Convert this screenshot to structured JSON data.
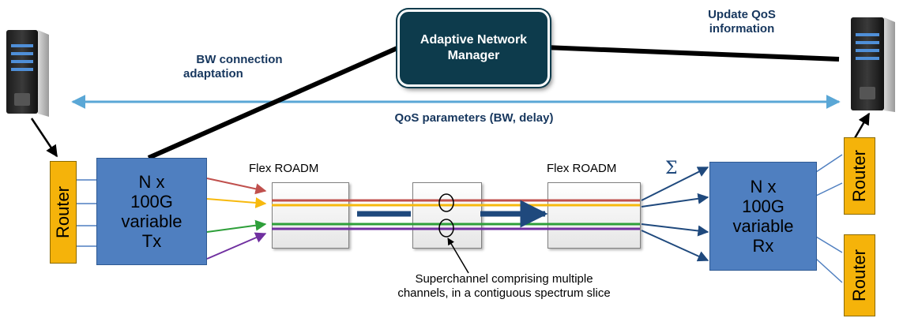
{
  "manager": {
    "line1": "Adaptive Network",
    "line2": "Manager"
  },
  "labels": {
    "bw_adapt_1": "BW connection",
    "bw_adapt_2": "adaptation",
    "update_qos_1": "Update QoS",
    "update_qos_2": "information",
    "qos_params": "QoS parameters (BW, delay)",
    "flex_roadm_left": "Flex ROADM",
    "flex_roadm_right": "Flex ROADM",
    "sigma": "Σ",
    "superchannel_1": "Superchannel comprising multiple",
    "superchannel_2": "channels, in a contiguous spectrum slice"
  },
  "tx": {
    "l1": "N x",
    "l2": "100G",
    "l3": "variable",
    "l4": "Tx"
  },
  "rx": {
    "l1": "N x",
    "l2": "100G",
    "l3": "variable",
    "l4": "Rx"
  },
  "routers": {
    "left": "Router",
    "right_top": "Router",
    "right_bottom": "Router"
  },
  "colors": {
    "manager_fill": "#0d3b4c",
    "transceiver_fill": "#4f7fc0",
    "router_fill": "#f5b30a",
    "channel_red": "#c0504d",
    "channel_yellow": "#f7b90e",
    "channel_green": "#2e9f3a",
    "channel_purple": "#7030a0",
    "arrow_navy": "#1f497d",
    "qos_line": "#5aa7d6"
  }
}
